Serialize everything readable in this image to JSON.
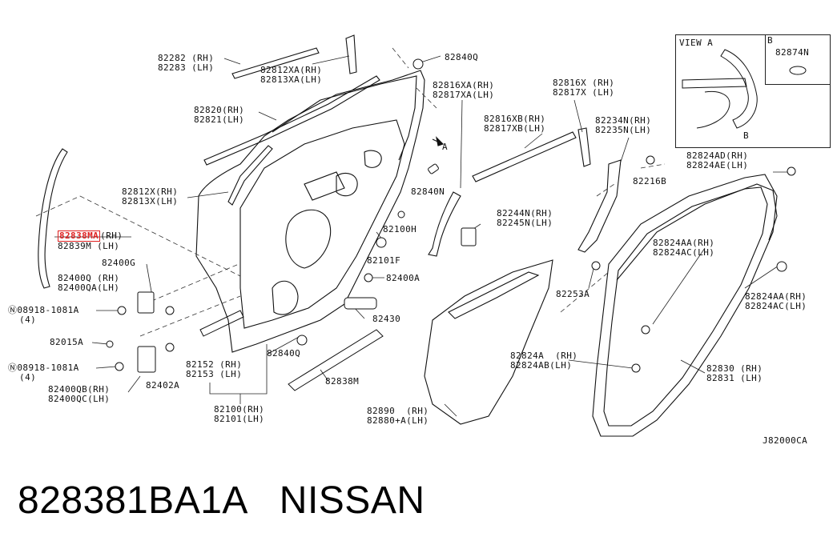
{
  "diagram_code": "J82000CA",
  "caption": {
    "part_number": "828381BA1A",
    "brand": "NISSAN"
  },
  "view": {
    "title": "VIEW A",
    "b_label": "B",
    "b_marker": "B",
    "b_part": "82874N"
  },
  "callouts": {
    "c82282": [
      "82282 (RH)",
      "82283 (LH)"
    ],
    "c82812xa": [
      "82812XA(RH)",
      "82813XA(LH)"
    ],
    "c82840q_top": [
      "82840Q"
    ],
    "c82820": [
      "82820(RH)",
      "82821(LH)"
    ],
    "c82816xa": [
      "82816XA(RH)",
      "82817XA(LH)"
    ],
    "c82816x": [
      "82816X (RH)",
      "82817X (LH)"
    ],
    "c82816xb": [
      "82816XB(RH)",
      "82817XB(LH)"
    ],
    "c82234n": [
      "82234N(RH)",
      "82235N(LH)"
    ],
    "c82824ad": [
      "82824AD(RH)",
      "82824AE(LH)"
    ],
    "c82216b": [
      "82216B"
    ],
    "c82812x": [
      "82812X(RH)",
      "82813X(LH)"
    ],
    "c82840n": [
      "82840N"
    ],
    "c82244n": [
      "82244N(RH)",
      "82245N(LH)"
    ],
    "c82838ma": [
      "82838MA",
      "82839M (LH)"
    ],
    "c82838ma_rh": "(RH)",
    "c82100h": [
      "82100H"
    ],
    "c82101f": [
      "82101F"
    ],
    "c82824aa_mid": [
      "82824AA(RH)",
      "82824AC(LH)"
    ],
    "c82400g": [
      "82400G"
    ],
    "c82400q": [
      "82400Q (RH)",
      "82400QA(LH)"
    ],
    "c82400a": [
      "82400A"
    ],
    "c82253a": [
      "82253A"
    ],
    "c82824aa_right": [
      "82824AA(RH)",
      "82824AC(LH)"
    ],
    "c08918_top": [
      "Ⓝ08918-1081A",
      "  (4)"
    ],
    "c82430": [
      "82430"
    ],
    "c82015a": [
      "82015A"
    ],
    "c82840q_bot": [
      "82840Q"
    ],
    "c82824a": [
      "82824A  (RH)",
      "82824AB(LH)"
    ],
    "c08918_bot": [
      "Ⓝ08918-1081A",
      "  (4)"
    ],
    "c82152": [
      "82152 (RH)",
      "82153 (LH)"
    ],
    "c82830": [
      "82830 (RH)",
      "82831 (LH)"
    ],
    "c82400qb": [
      "82400QB(RH)",
      "82400QC(LH)"
    ],
    "c82402a": [
      "82402A"
    ],
    "c82838m": [
      "82838M"
    ],
    "c82100": [
      "82100(RH)",
      "82101(LH)"
    ],
    "c82890": [
      "82890  (RH)",
      "82880+A(LH)"
    ],
    "arrow_a": "A"
  }
}
